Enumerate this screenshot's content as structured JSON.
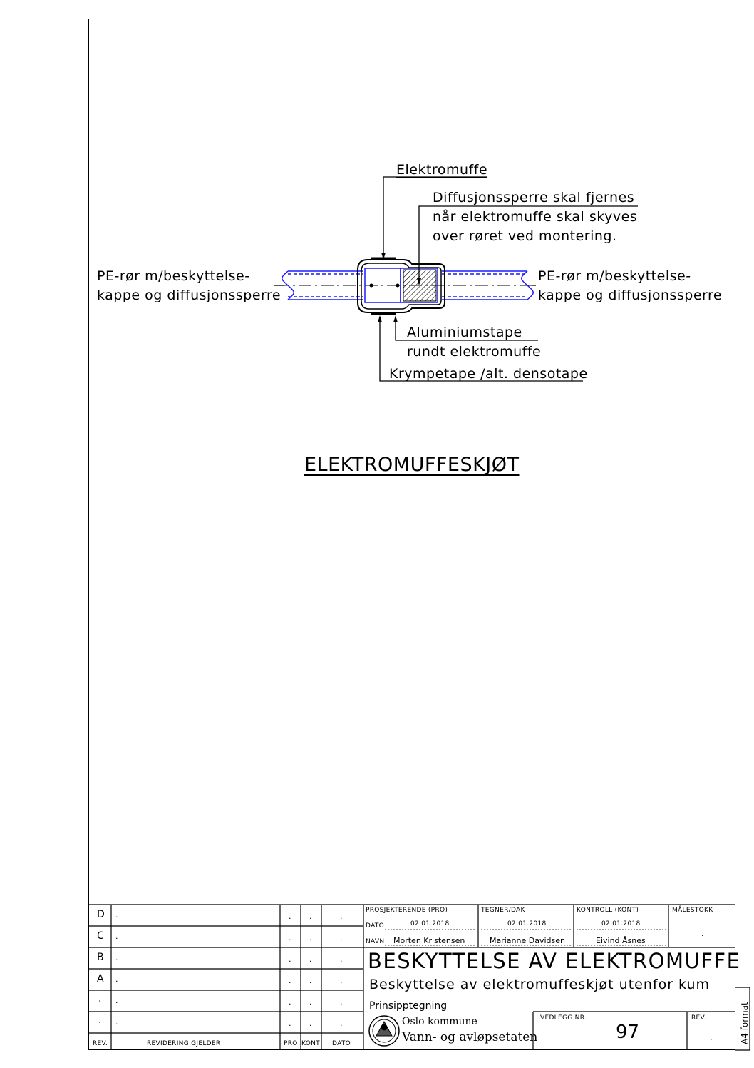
{
  "drawing": {
    "main_title": "ELEKTROMUFFESKJØT",
    "labels": {
      "elektromuffe": "Elektromuffe",
      "diffusjon_line1": "Diffusjonssperre skal fjernes",
      "diffusjon_line2": "når elektromuffe skal skyves",
      "diffusjon_line3": "over røret ved montering.",
      "pe_left_line1": "PE-rør m/beskyttelse-",
      "pe_left_line2": "kappe og diffusjonssperre",
      "pe_right_line1": "PE-rør m/beskyttelse-",
      "pe_right_line2": "kappe og diffusjonssperre",
      "alu_line1": "Aluminiumstape",
      "alu_line2": "rundt elektromuffe",
      "krympe": "Krympetape /alt. densotape"
    },
    "colors": {
      "pipe": "#1a1aff",
      "lines": "#000000"
    }
  },
  "title_block": {
    "revisions": [
      {
        "rev": "D",
        "text": ".",
        "pro": ".",
        "kont": ".",
        "dato": "."
      },
      {
        "rev": "C",
        "text": ".",
        "pro": ".",
        "kont": ".",
        "dato": "."
      },
      {
        "rev": "B",
        "text": ".",
        "pro": ".",
        "kont": ".",
        "dato": "."
      },
      {
        "rev": "A",
        "text": ".",
        "pro": ".",
        "kont": ".",
        "dato": "."
      },
      {
        "rev": ".",
        "text": ".",
        "pro": ".",
        "kont": ".",
        "dato": "."
      },
      {
        "rev": ".",
        "text": ".",
        "pro": ".",
        "kont": ".",
        "dato": "."
      }
    ],
    "footer_headers": {
      "rev": "REV.",
      "revidering": "REVIDERING GJELDER",
      "pro": "PRO",
      "kont": "KONT",
      "dato": "DATO"
    },
    "prosjekterende_label": "PROSJEKTERENDE (PRO)",
    "tegner_label": "TEGNER/DAK",
    "kontroll_label": "KONTROLL (KONT)",
    "malestokk_label": "MÅLESTOKK",
    "malestokk_value": ".",
    "dato_label": "DATO",
    "navn_label": "NAVN",
    "pro_date": "02.01.2018",
    "tegner_date": "02.01.2018",
    "kontroll_date": "02.01.2018",
    "pro_name": "Morten Kristensen",
    "tegner_name": "Marianne Davidsen",
    "kontroll_name": "Eivind Åsnes",
    "title": "BESKYTTELSE AV ELEKTROMUFFE",
    "subtitle": "Beskyttelse av elektromuffeskjøt utenfor kum",
    "type": "Prinsipptegning",
    "org_line1": "Oslo kommune",
    "org_line2": "Vann- og avløpsetaten",
    "vedlegg_label": "VEDLEGG NR.",
    "vedlegg_value": "97",
    "rev_label": "REV.",
    "rev_value": ".",
    "format": "A4 format"
  }
}
